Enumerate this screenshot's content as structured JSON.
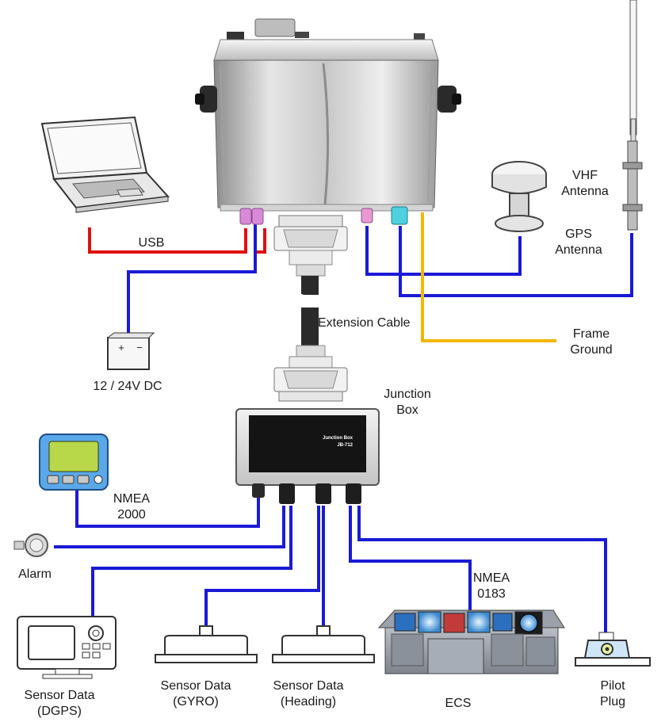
{
  "labels": {
    "usb": "USB",
    "dc_power": "12 / 24V DC",
    "extension_cable": "Extension Cable",
    "vhf_antenna": "VHF\nAntenna",
    "gps_antenna": "GPS\nAntenna",
    "frame_ground": "Frame\nGround",
    "junction_box": "Junction\nBox",
    "nmea2000": "NMEA\n2000",
    "alarm": "Alarm",
    "nmea0183": "NMEA\n0183",
    "sensor_dgps": "Sensor Data\n(DGPS)",
    "sensor_gyro": "Sensor Data\n(GYRO)",
    "sensor_heading": "Sensor Data\n(Heading)",
    "ecs": "ECS",
    "pilot_plug": "Pilot\nPlug"
  },
  "junction_box_panel": {
    "title": "Junction Box",
    "model": "JB-712"
  },
  "battery_terminals": {
    "plus": "+",
    "minus": "−"
  },
  "colors": {
    "cable_blue": "#1a1ad6",
    "cable_red": "#e01010",
    "cable_yellow": "#f2b705",
    "connector_pink": "#d88ad8",
    "connector_cyan": "#4fd0e0",
    "display_green": "#b8d84a",
    "device_blue": "#5aa8e8"
  }
}
